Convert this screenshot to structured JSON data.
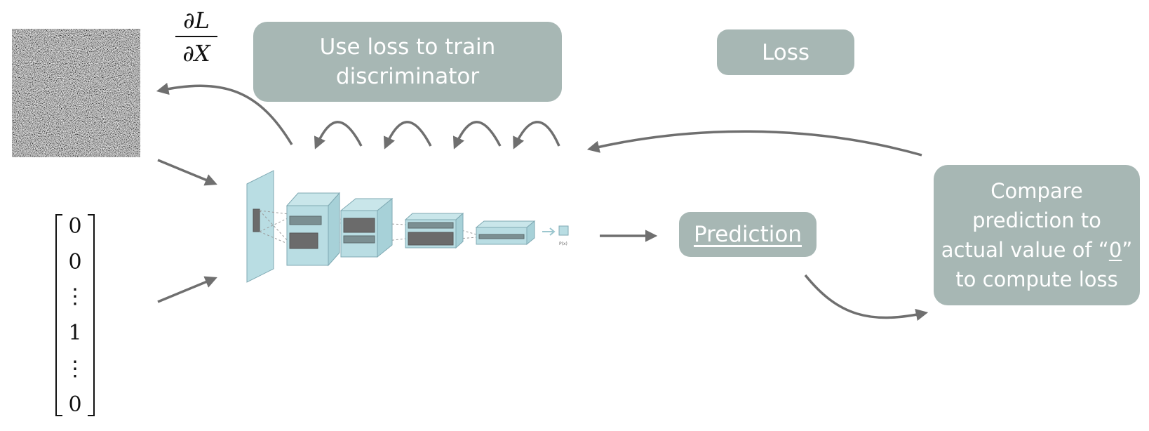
{
  "gradient": {
    "numerator": "∂L",
    "denominator": "∂X"
  },
  "label_vector": [
    "0",
    "0",
    "⋮",
    "1",
    "⋮",
    "0"
  ],
  "boxes": {
    "train": {
      "line1": "Use loss to train",
      "line2": "discriminator"
    },
    "loss": "Loss",
    "prediction": "Prediction",
    "compare": {
      "line1": "Compare",
      "line2": "prediction to",
      "line3_pre": "actual  value of “",
      "line3_u": "0",
      "line3_post": "”",
      "line4": "to compute loss"
    }
  },
  "network": {
    "output_label": "P(x)"
  },
  "colors": {
    "box_fill": "#a7b7b4",
    "box_text": "#ffffff",
    "arrow": "#6f6f6f",
    "layer_fill": "#b9dde3",
    "layer_stroke": "#7fa9b3",
    "kernel": "#6b6b6b"
  }
}
